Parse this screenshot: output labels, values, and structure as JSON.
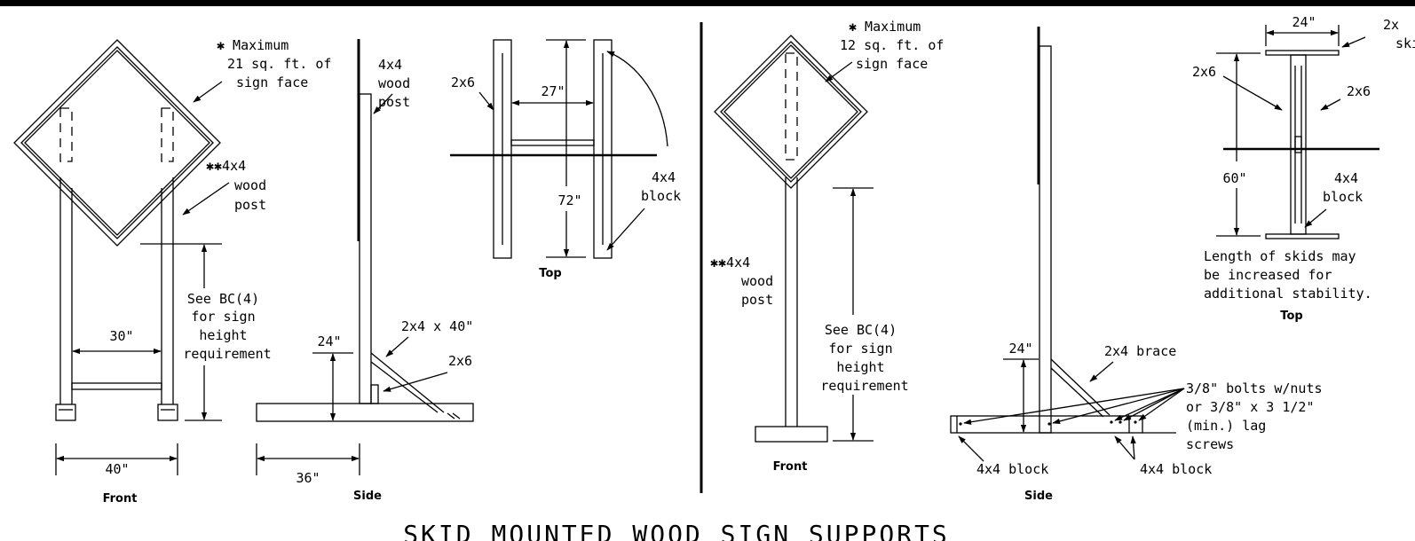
{
  "left": {
    "note_max_sign_face": [
      "✱ Maximum",
      "21 sq. ft. of",
      "sign face"
    ],
    "note_post": [
      "✱✱4x4",
      "wood",
      "post"
    ],
    "side_post_label": [
      "4x4",
      "wood",
      "post"
    ],
    "see_bc": [
      "See BC(4)",
      "for sign",
      "height",
      "requirement"
    ],
    "dim_30": "30\"",
    "dim_40": "40\"",
    "dim_24": "24\"",
    "dim_36": "36\"",
    "front_label": "Front",
    "side_label": "Side",
    "brace_label": "2x4 x 40\"",
    "skid_label": "2x6",
    "top_2x6": "2x6",
    "top_27": "27\"",
    "top_72": "72\"",
    "top_block": [
      "4x4",
      "block"
    ],
    "top_label": "Top"
  },
  "right": {
    "note_max_sign_face": [
      "✱ Maximum",
      "12 sq. ft. of",
      "sign face"
    ],
    "note_post": [
      "✱✱4x4",
      "wood",
      "post"
    ],
    "see_bc": [
      "See BC(4)",
      "for sign",
      "height",
      "requirement"
    ],
    "front_label": "Front",
    "dim_24": "24\"",
    "brace_label": "2x4 brace",
    "bolts_note": [
      "3/8\" bolts w/nuts",
      "or 3/8\" x 3 1/2\"",
      "(min.) lag",
      "screws"
    ],
    "block_label_1": "4x4 block",
    "block_label_2": "4x4 block",
    "side_label": "Side",
    "top_dim_24": "24\"",
    "top_2x_cut": "2x",
    "top_ski_cut": "ski",
    "top_2x6_a": "2x6",
    "top_2x6_b": "2x6",
    "top_60": "60\"",
    "top_block": [
      "4x4",
      "block"
    ],
    "skids_note": [
      "Length of skids may",
      "be increased for",
      "additional stability."
    ],
    "top_label": "Top"
  },
  "title": "SKID MOUNTED WOOD SIGN SUPPORTS"
}
